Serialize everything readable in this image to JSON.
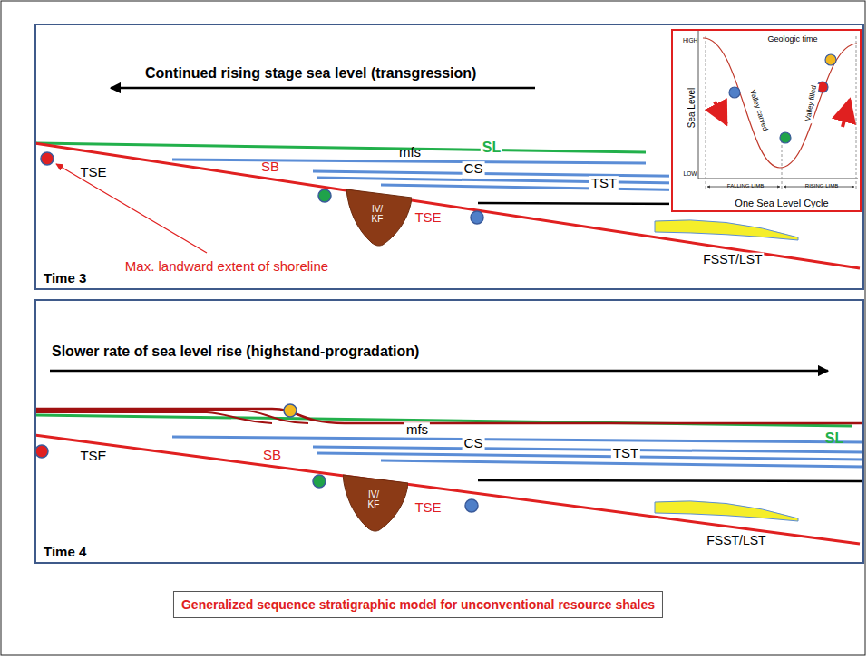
{
  "diagram": {
    "caption": "Generalized sequence stratigraphic model for unconventional resource shales",
    "nodes": [
      {
        "text": [
          "Continued rising stage sea level (transgression)",
          "Time 3"
        ]
      },
      {
        "text": [
          "HIGH",
          "LOW",
          "Sea Level",
          "Geologic time",
          "Valley carved",
          "Valley filled",
          "FALLING LIMB",
          "RISING LIMB",
          "One Sea Level Cycle"
        ],
        "in": 0
      },
      {
        "text": [
          "IV/ KF"
        ],
        "in": 0
      },
      {
        "text": [
          "Slower rate of sea level rise (highstand-progradation)",
          "Time 4"
        ]
      },
      {
        "text": [
          "IV/ KF"
        ],
        "in": 3
      }
    ],
    "labels": [
      "SL",
      "mfs",
      "CS",
      "TST",
      "TSE",
      "SB",
      "TSE",
      "FSST/LST",
      "Max. landward extent of shoreline",
      "SL",
      "mfs",
      "CS",
      "TST",
      "TSE",
      "SB",
      "TSE",
      "FSST/LST"
    ]
  }
}
